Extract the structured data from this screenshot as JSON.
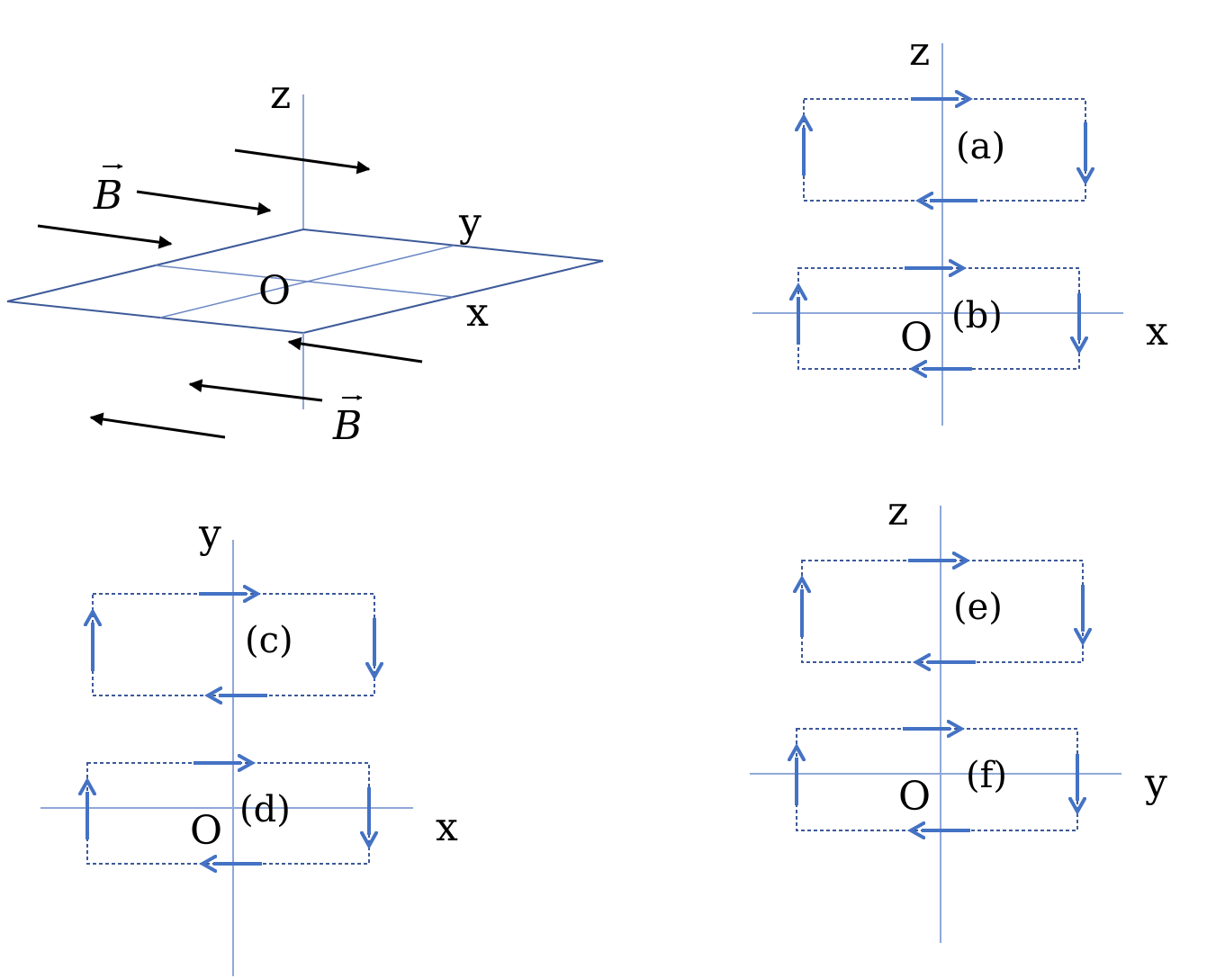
{
  "colors": {
    "axis": "#8fa8d8",
    "plane": "#3d5a99",
    "loop_border": "#3d5a99",
    "current_arrow": "#4472c4",
    "field_arrow": "#000000",
    "text": "#000000"
  },
  "perspective": {
    "axis_z": "z",
    "axis_y": "y",
    "axis_x": "x",
    "origin": "O",
    "field_top_label": "B",
    "field_bottom_label": "B"
  },
  "panels": {
    "a": {
      "caption": "(a)",
      "axis_vertical": "z"
    },
    "b": {
      "caption": "(b)",
      "axis_horizontal": "x",
      "origin": "O"
    },
    "c": {
      "caption": "(c)",
      "axis_vertical": "y"
    },
    "d": {
      "caption": "(d)",
      "axis_horizontal": "x",
      "origin": "O"
    },
    "e": {
      "caption": "(e)",
      "axis_vertical": "z"
    },
    "f": {
      "caption": "(f)",
      "axis_horizontal": "y",
      "origin": "O"
    }
  }
}
